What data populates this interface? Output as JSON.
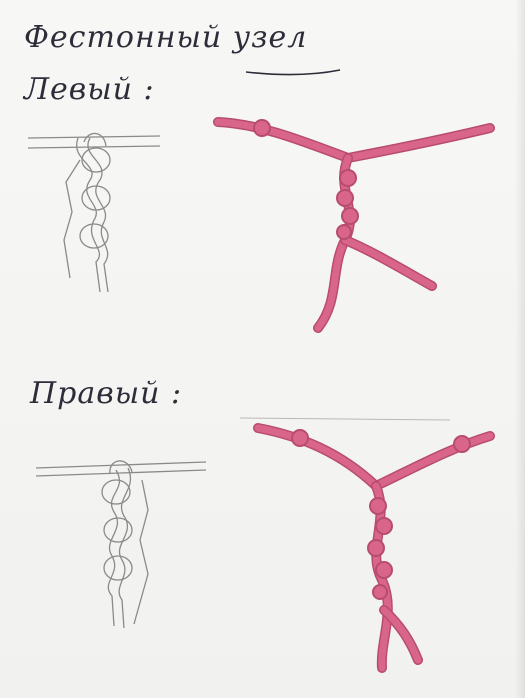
{
  "title": "Фестонный узел",
  "left_knot_label": "Левый :",
  "right_knot_label": "Правый :",
  "colors": {
    "paper": "#f4f4f2",
    "ink": "#2d2d3a",
    "pencil": "#8a8a8a",
    "cord": "#d9668a",
    "cord_dark": "#b84b70"
  },
  "illustrations": [
    "left-sketch-pencil",
    "left-knot-sample-pink-cord",
    "right-sketch-pencil",
    "right-knot-sample-pink-cord"
  ]
}
